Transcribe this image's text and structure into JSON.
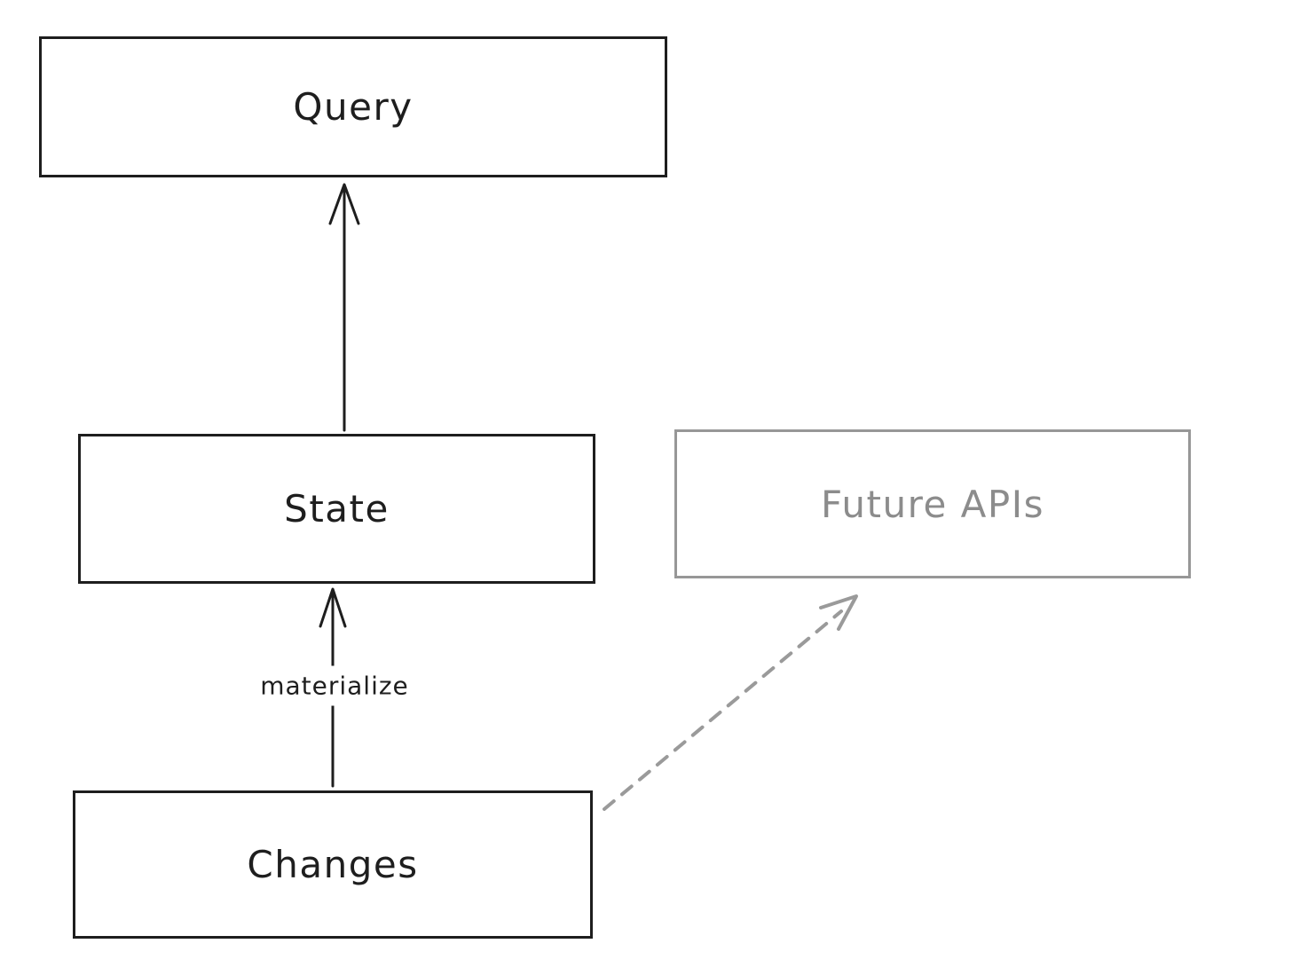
{
  "diagram": {
    "background": "#ffffff",
    "colors": {
      "primary_stroke": "#1e1e1e",
      "muted_stroke": "#979797",
      "muted_text": "#8c8c8c"
    },
    "nodes": [
      {
        "id": "query",
        "label": "Query",
        "style": "solid-black"
      },
      {
        "id": "state",
        "label": "State",
        "style": "solid-black"
      },
      {
        "id": "future-apis",
        "label": "Future APIs",
        "style": "muted-gray"
      },
      {
        "id": "changes",
        "label": "Changes",
        "style": "solid-black"
      }
    ],
    "edges": [
      {
        "from": "state",
        "to": "query",
        "style": "solid",
        "color": "#1e1e1e",
        "label": ""
      },
      {
        "from": "changes",
        "to": "state",
        "style": "solid",
        "color": "#1e1e1e",
        "label": "materialize"
      },
      {
        "from": "changes",
        "to": "future-apis",
        "style": "dashed",
        "color": "#9a9a9a",
        "label": ""
      }
    ]
  }
}
